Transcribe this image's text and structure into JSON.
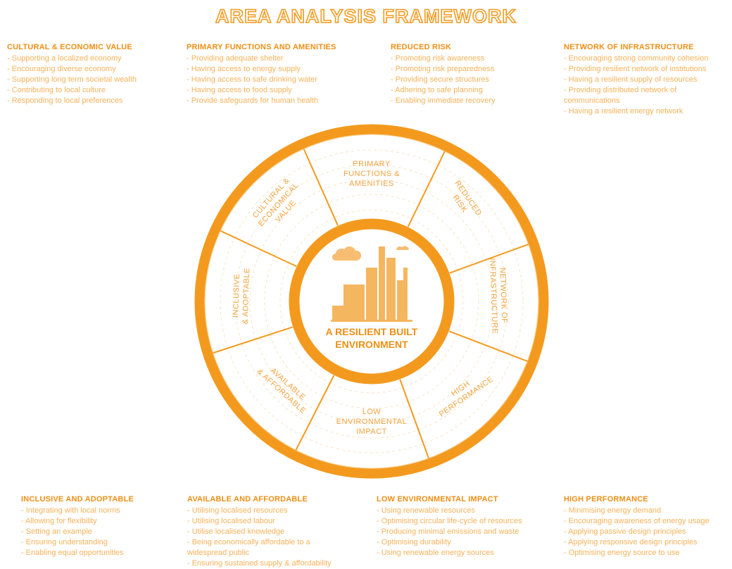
{
  "title": "AREA ANALYSIS FRAMEWORK",
  "colors": {
    "accent": "#f39a1e",
    "heading": "#ef8f14",
    "text": "#f7b25a",
    "light": "#fbd9a6"
  },
  "top_blocks": [
    {
      "heading": "CULTURAL & ECONOMIC VALUE",
      "items": [
        "- Supporting a localized economy",
        "- Encouraging diverse economy",
        "- Supporting long term societal wealth",
        "- Contributing to local culture",
        "- Responding to local preferences"
      ]
    },
    {
      "heading": "PRIMARY FUNCTIONS AND AMENITIES",
      "items": [
        "- Providing adequate shelter",
        "- Having access to energy supply",
        "- Having access to safe drinking water",
        "- Having access to food supply",
        "- Provide safeguards for human health"
      ]
    },
    {
      "heading": "REDUCED RISK",
      "items": [
        "- Promoting risk awareness",
        "- Promoting risk preparedness",
        "- Providing secure structures",
        "- Adhering to safe planning",
        "- Enabling immediate recovery"
      ]
    },
    {
      "heading": "NETWORK OF INFRASTRUCTURE",
      "items": [
        "- Encouraging strong community cohesion",
        "- Providing resilient network of institutions",
        "- Having a resilient supply of resources",
        "- Providing distributed network of communications",
        "- Having a resilient energy network"
      ]
    }
  ],
  "bottom_blocks": [
    {
      "heading": "INCLUSIVE AND ADOPTABLE",
      "items": [
        "- Integrating with local norms",
        "- Allowing for flexibility",
        "- Setting an example",
        "- Ensuring understanding",
        "- Enabling equal opportunities"
      ]
    },
    {
      "heading": "AVAILABLE AND AFFORDABLE",
      "items": [
        "- Utilising localised resources",
        "- Utilising localised labour",
        "- Utilise localised knowledge",
        "- Being economically affordable to a widespread public",
        "- Ensuring sustained supply & affordability"
      ]
    },
    {
      "heading": "LOW ENVIRONMENTAL IMPACT",
      "items": [
        "- Using renewable resources",
        "- Optimising circular life-cycle of resources",
        "- Producing minimal emissions and waste",
        "- Optimising durability",
        "- Using renewable energy sources"
      ]
    },
    {
      "heading": "HIGH PERFORMANCE",
      "items": [
        "- Minimising energy demand",
        "- Encouraging awareness of energy usage",
        "- Applying passive design principles",
        "- Applying responsive design principles",
        "- Optimising energy source to use"
      ]
    }
  ],
  "wheel": {
    "center_line1": "A RESILIENT BUILT",
    "center_line2": "ENVIRONMENT",
    "segments": [
      {
        "lines": [
          "PRIMARY",
          "FUNCTIONS &",
          "AMENITIES"
        ]
      },
      {
        "lines": [
          "REDUCED",
          "RISK"
        ]
      },
      {
        "lines": [
          "NETWORK OF",
          "INFRASTRUCTURE"
        ]
      },
      {
        "lines": [
          "HIGH",
          "PERFORMANCE"
        ]
      },
      {
        "lines": [
          "LOW",
          "ENVIRONMENTAL",
          "IMPACT"
        ]
      },
      {
        "lines": [
          "AVAILABLE",
          "& AFFORDABLE"
        ]
      },
      {
        "lines": [
          "INCLUSIVE",
          "& ADOPTABLE"
        ]
      },
      {
        "lines": [
          "CULTURAL &",
          "ECONOMICAL",
          "VALUE"
        ]
      }
    ]
  }
}
